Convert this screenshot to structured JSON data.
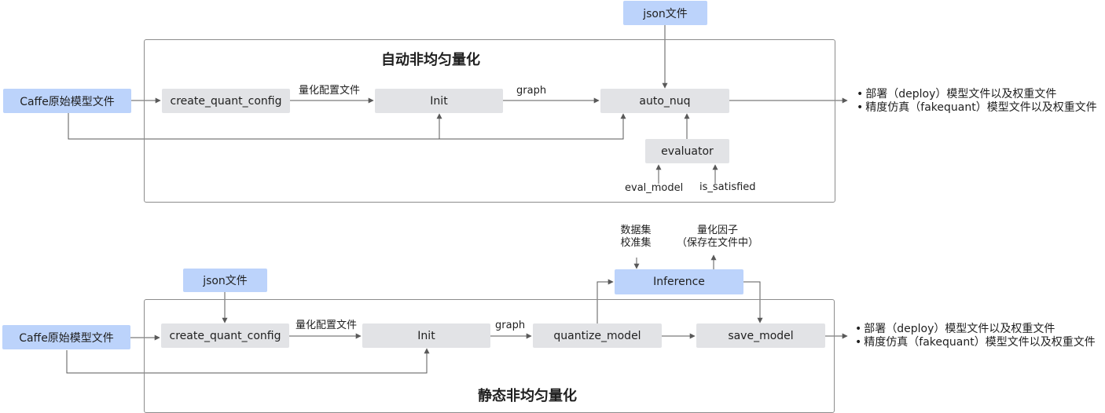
{
  "top": {
    "title": "自动非均匀量化",
    "json_file": "json文件",
    "caffe_file": "Caffe原始模型文件",
    "create_quant_config": "create_quant_config",
    "init": "Init",
    "auto_nuq": "auto_nuq",
    "evaluator": "evaluator",
    "label_config_file": "量化配置文件",
    "label_graph": "graph",
    "label_eval_model": "eval_model",
    "label_is_satisfied": "is_satisfied",
    "outputs": [
      "部署（deploy）模型文件以及权重文件",
      "精度仿真（fakequant）模型文件以及权重文件"
    ]
  },
  "bottom": {
    "title": "静态非均匀量化",
    "json_file": "json文件",
    "caffe_file": "Caffe原始模型文件",
    "create_quant_config": "create_quant_config",
    "init": "Init",
    "quantize_model": "quantize_model",
    "inference": "Inference",
    "save_model": "save_model",
    "label_config_file": "量化配置文件",
    "label_graph": "graph",
    "label_dataset_line1": "数据集",
    "label_dataset_line2": "校准集",
    "label_quant_factor_line1": "量化因子",
    "label_quant_factor_line2": "（保存在文件中）",
    "outputs": [
      "部署（deploy）模型文件以及权重文件",
      "精度仿真（fakequant）模型文件以及权重文件"
    ]
  },
  "colors": {
    "input_node": "#bcd3fb",
    "process_node": "#e2e3e6",
    "line": "#595959",
    "panel_border": "#8c8c8c"
  }
}
